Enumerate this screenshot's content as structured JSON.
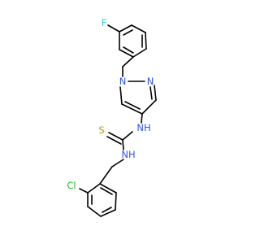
{
  "atoms": {
    "fluorine": {
      "symbol": "F",
      "color": "#33CCCC"
    },
    "pyrazole_n1": {
      "symbol": "N",
      "color": "#3050F8"
    },
    "pyrazole_n2": {
      "symbol": "N",
      "color": "#3050F8"
    },
    "thiourea_nh_upper": {
      "symbol": "NH",
      "color": "#3050F8"
    },
    "thiourea_nh_lower": {
      "symbol": "NH",
      "color": "#3050F8"
    },
    "sulfur": {
      "symbol": "S",
      "color": "#B5A000"
    },
    "chlorine": {
      "symbol": "Cl",
      "color": "#1FBF1F"
    }
  }
}
